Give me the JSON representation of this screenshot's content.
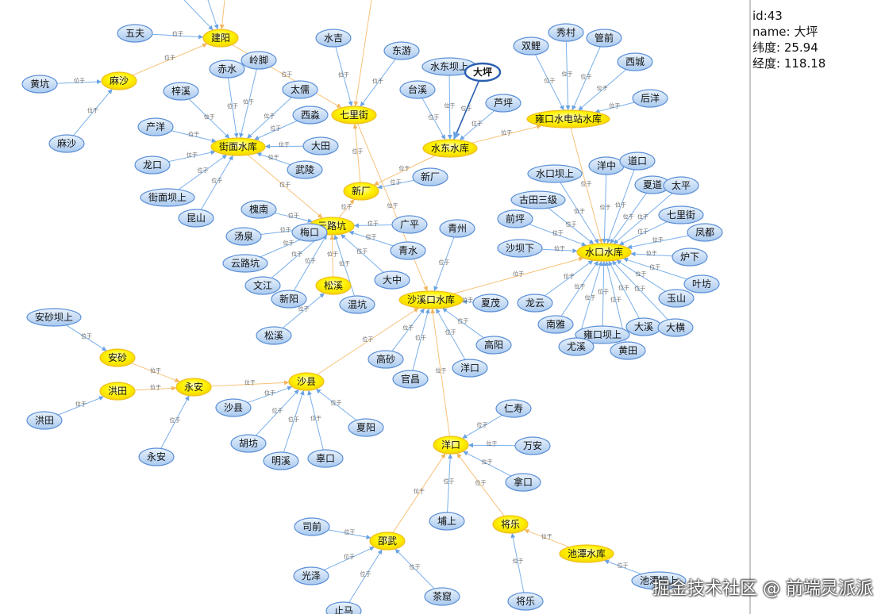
{
  "info": {
    "id": "id:43",
    "name": "name: 大坪",
    "lat": "纬度: 25.94",
    "lon": "经度: 118.18"
  },
  "watermark": "掘金技术社区 @ 前端灵派派",
  "graph": {
    "edge_label": "位于",
    "colors": {
      "reservoir_fill": "#ffee00",
      "reservoir_stroke": "#f0c020",
      "station_fill": "#c7dcf5",
      "station_stroke": "#5b8fd6",
      "selected_stroke": "#2a5fb0",
      "edge_blue": "#7ab0ea",
      "edge_orange": "#f7c27a"
    },
    "nodes": [
      {
        "id": "jianyang",
        "label": "建阳",
        "kind": "reservoir"
      },
      {
        "id": "wufu",
        "label": "五夫",
        "kind": "station"
      },
      {
        "id": "masha",
        "label": "麻沙",
        "kind": "reservoir"
      },
      {
        "id": "huangkeng",
        "label": "黄坑",
        "kind": "station"
      },
      {
        "id": "masha2",
        "label": "麻沙",
        "kind": "station"
      },
      {
        "id": "jiemian",
        "label": "街面水库",
        "kind": "reservoir"
      },
      {
        "id": "chishui",
        "label": "赤水",
        "kind": "station"
      },
      {
        "id": "lingjiao",
        "label": "岭脚",
        "kind": "station"
      },
      {
        "id": "zixi",
        "label": "梓溪",
        "kind": "station"
      },
      {
        "id": "taiconfu",
        "label": "太儒",
        "kind": "station"
      },
      {
        "id": "xiyan",
        "label": "西淼",
        "kind": "station"
      },
      {
        "id": "chanyang",
        "label": "产洋",
        "kind": "station"
      },
      {
        "id": "datian",
        "label": "大田",
        "kind": "station"
      },
      {
        "id": "longkou",
        "label": "龙口",
        "kind": "station"
      },
      {
        "id": "wuling",
        "label": "武陵",
        "kind": "station"
      },
      {
        "id": "jiemianba",
        "label": "街面坝上",
        "kind": "station"
      },
      {
        "id": "kunshan",
        "label": "昆山",
        "kind": "station"
      },
      {
        "id": "qilijie",
        "label": "七里街",
        "kind": "reservoir"
      },
      {
        "id": "shuiji",
        "label": "水吉",
        "kind": "station"
      },
      {
        "id": "dongyou",
        "label": "东游",
        "kind": "station"
      },
      {
        "id": "xinchang",
        "label": "新厂",
        "kind": "reservoir"
      },
      {
        "id": "xinchang2",
        "label": "新厂",
        "kind": "station"
      },
      {
        "id": "shuidong",
        "label": "水东水库",
        "kind": "reservoir"
      },
      {
        "id": "shuidongba",
        "label": "水东坝上",
        "kind": "station"
      },
      {
        "id": "daping",
        "label": "大坪",
        "kind": "selected"
      },
      {
        "id": "taixi",
        "label": "台溪",
        "kind": "station"
      },
      {
        "id": "luping",
        "label": "芦坪",
        "kind": "station"
      },
      {
        "id": "yongkou",
        "label": "雍口水电站水库",
        "kind": "reservoir"
      },
      {
        "id": "shuangli",
        "label": "双鲤",
        "kind": "station"
      },
      {
        "id": "xiucun",
        "label": "秀村",
        "kind": "station"
      },
      {
        "id": "guanqian",
        "label": "管前",
        "kind": "station"
      },
      {
        "id": "xicheng",
        "label": "西城",
        "kind": "station"
      },
      {
        "id": "houyang",
        "label": "后洋",
        "kind": "station"
      },
      {
        "id": "yunlu",
        "label": "云路坑",
        "kind": "reservoir"
      },
      {
        "id": "huainan",
        "label": "槐南",
        "kind": "station"
      },
      {
        "id": "tangquan",
        "label": "汤泉",
        "kind": "station"
      },
      {
        "id": "meikou",
        "label": "梅口",
        "kind": "station"
      },
      {
        "id": "yunluk2",
        "label": "云路坑",
        "kind": "station"
      },
      {
        "id": "wenjiang",
        "label": "文江",
        "kind": "station"
      },
      {
        "id": "xinyang",
        "label": "新阳",
        "kind": "station"
      },
      {
        "id": "wenkeng",
        "label": "温坑",
        "kind": "station"
      },
      {
        "id": "guangping",
        "label": "广平",
        "kind": "station"
      },
      {
        "id": "qingshui",
        "label": "青水",
        "kind": "station"
      },
      {
        "id": "dazhong",
        "label": "大中",
        "kind": "station"
      },
      {
        "id": "songxi",
        "label": "松溪",
        "kind": "reservoir"
      },
      {
        "id": "songxi2",
        "label": "松溪",
        "kind": "station"
      },
      {
        "id": "qingzhou",
        "label": "青州",
        "kind": "station"
      },
      {
        "id": "shaxikou",
        "label": "沙溪口水库",
        "kind": "reservoir"
      },
      {
        "id": "xiamao",
        "label": "夏茂",
        "kind": "station"
      },
      {
        "id": "gaosha",
        "label": "高砂",
        "kind": "station"
      },
      {
        "id": "guanzhuang",
        "label": "官昌",
        "kind": "station"
      },
      {
        "id": "yangkou2",
        "label": "洋口",
        "kind": "station"
      },
      {
        "id": "gaoyang",
        "label": "高阳",
        "kind": "station"
      },
      {
        "id": "shuikou",
        "label": "水口水库",
        "kind": "reservoir"
      },
      {
        "id": "shuikouba",
        "label": "水口坝上",
        "kind": "station"
      },
      {
        "id": "yangzhong",
        "label": "洋中",
        "kind": "station"
      },
      {
        "id": "daokou",
        "label": "道口",
        "kind": "station"
      },
      {
        "id": "xiadao",
        "label": "夏道",
        "kind": "station"
      },
      {
        "id": "taiping",
        "label": "太平",
        "kind": "station"
      },
      {
        "id": "gutian3",
        "label": "古田三级",
        "kind": "station"
      },
      {
        "id": "qianping",
        "label": "前坪",
        "kind": "station"
      },
      {
        "id": "qilijie2",
        "label": "七里街",
        "kind": "station"
      },
      {
        "id": "fengdu",
        "label": "凤都",
        "kind": "station"
      },
      {
        "id": "shabaxia",
        "label": "沙坝下",
        "kind": "station"
      },
      {
        "id": "luxia",
        "label": "炉下",
        "kind": "station"
      },
      {
        "id": "yefang",
        "label": "叶坊",
        "kind": "station"
      },
      {
        "id": "longyun",
        "label": "龙云",
        "kind": "station"
      },
      {
        "id": "yushan",
        "label": "玉山",
        "kind": "station"
      },
      {
        "id": "nanya",
        "label": "南雅",
        "kind": "station"
      },
      {
        "id": "daxi",
        "label": "大溪",
        "kind": "station"
      },
      {
        "id": "daheng",
        "label": "大横",
        "kind": "station"
      },
      {
        "id": "yongkouba",
        "label": "雍口坝上",
        "kind": "station"
      },
      {
        "id": "youxi",
        "label": "尤溪",
        "kind": "station"
      },
      {
        "id": "huangtian",
        "label": "黄田",
        "kind": "station"
      },
      {
        "id": "anshaba",
        "label": "安砂坝上",
        "kind": "station"
      },
      {
        "id": "ansha",
        "label": "安砂",
        "kind": "reservoir"
      },
      {
        "id": "hongtian",
        "label": "洪田",
        "kind": "reservoir"
      },
      {
        "id": "hongtian2",
        "label": "洪田",
        "kind": "station"
      },
      {
        "id": "yongan",
        "label": "永安",
        "kind": "reservoir"
      },
      {
        "id": "yongan2",
        "label": "永安",
        "kind": "station"
      },
      {
        "id": "shaxian",
        "label": "沙县",
        "kind": "reservoir"
      },
      {
        "id": "shaxian2",
        "label": "沙县",
        "kind": "station"
      },
      {
        "id": "hufang",
        "label": "胡坊",
        "kind": "station"
      },
      {
        "id": "mingxi",
        "label": "明溪",
        "kind": "station"
      },
      {
        "id": "zhangkou",
        "label": "辜口",
        "kind": "station"
      },
      {
        "id": "xiayang",
        "label": "夏阳",
        "kind": "station"
      },
      {
        "id": "yangkou",
        "label": "洋口",
        "kind": "reservoir"
      },
      {
        "id": "renshou",
        "label": "仁寿",
        "kind": "station"
      },
      {
        "id": "wanan",
        "label": "万安",
        "kind": "station"
      },
      {
        "id": "nakou",
        "label": "拿口",
        "kind": "station"
      },
      {
        "id": "pushang",
        "label": "埔上",
        "kind": "station"
      },
      {
        "id": "jiangle",
        "label": "将乐",
        "kind": "reservoir"
      },
      {
        "id": "jiangle2",
        "label": "将乐",
        "kind": "station"
      },
      {
        "id": "chitan",
        "label": "池潭水库",
        "kind": "reservoir"
      },
      {
        "id": "chitanba",
        "label": "池潭坝上",
        "kind": "station"
      },
      {
        "id": "shaowu",
        "label": "邵武",
        "kind": "reservoir"
      },
      {
        "id": "siqian",
        "label": "司前",
        "kind": "station"
      },
      {
        "id": "guangze",
        "label": "光泽",
        "kind": "station"
      },
      {
        "id": "chayuan",
        "label": "茶窟",
        "kind": "station"
      },
      {
        "id": "zhima",
        "label": "止马",
        "kind": "station"
      }
    ],
    "edges": [
      [
        "wufu",
        "jianyang",
        "blue"
      ],
      [
        "masha",
        "jianyang",
        "orange"
      ],
      [
        "huangkeng",
        "masha",
        "blue"
      ],
      [
        "masha2",
        "masha",
        "blue"
      ],
      [
        "jianyang",
        "qilijie",
        "orange"
      ],
      [
        "chishui",
        "jiemian",
        "blue"
      ],
      [
        "lingjiao",
        "jiemian",
        "blue"
      ],
      [
        "zixi",
        "jiemian",
        "blue"
      ],
      [
        "taiconfu",
        "jiemian",
        "blue"
      ],
      [
        "xiyan",
        "jiemian",
        "blue"
      ],
      [
        "chanyang",
        "jiemian",
        "blue"
      ],
      [
        "datian",
        "jiemian",
        "blue"
      ],
      [
        "longkou",
        "jiemian",
        "blue"
      ],
      [
        "wuling",
        "jiemian",
        "blue"
      ],
      [
        "jiemianba",
        "jiemian",
        "blue"
      ],
      [
        "kunshan",
        "jiemian",
        "blue"
      ],
      [
        "jiemian",
        "yunlu",
        "orange"
      ],
      [
        "shuiji",
        "qilijie",
        "blue"
      ],
      [
        "dongyou",
        "qilijie",
        "blue"
      ],
      [
        "xinchang",
        "qilijie",
        "orange"
      ],
      [
        "xinchang2",
        "xinchang",
        "blue"
      ],
      [
        "shuidong",
        "xinchang",
        "orange"
      ],
      [
        "shuidongba",
        "shuidong",
        "blue"
      ],
      [
        "daping",
        "shuidong",
        "blue"
      ],
      [
        "taixi",
        "shuidong",
        "blue"
      ],
      [
        "luping",
        "shuidong",
        "blue"
      ],
      [
        "shuidong",
        "yongkou",
        "orange"
      ],
      [
        "shuangli",
        "yongkou",
        "blue"
      ],
      [
        "xiucun",
        "yongkou",
        "blue"
      ],
      [
        "guanqian",
        "yongkou",
        "blue"
      ],
      [
        "xicheng",
        "yongkou",
        "blue"
      ],
      [
        "houyang",
        "yongkou",
        "blue"
      ],
      [
        "yongkou",
        "shuikou",
        "orange"
      ],
      [
        "huainan",
        "yunlu",
        "blue"
      ],
      [
        "tangquan",
        "yunlu",
        "blue"
      ],
      [
        "meikou",
        "yunlu",
        "blue"
      ],
      [
        "yunluk2",
        "yunlu",
        "blue"
      ],
      [
        "wenjiang",
        "yunlu",
        "blue"
      ],
      [
        "xinyang",
        "yunlu",
        "blue"
      ],
      [
        "wenkeng",
        "yunlu",
        "blue"
      ],
      [
        "guangping",
        "yunlu",
        "blue"
      ],
      [
        "qingshui",
        "yunlu",
        "blue"
      ],
      [
        "dazhong",
        "yunlu",
        "blue"
      ],
      [
        "songxi",
        "yunlu",
        "orange"
      ],
      [
        "songxi2",
        "songxi",
        "blue"
      ],
      [
        "yunlu",
        "xinchang",
        "orange"
      ],
      [
        "qilijie",
        "shaxikou",
        "orange"
      ],
      [
        "qingzhou",
        "shaxikou",
        "blue"
      ],
      [
        "xiamao",
        "shaxikou",
        "blue"
      ],
      [
        "gaosha",
        "shaxikou",
        "blue"
      ],
      [
        "guanzhuang",
        "shaxikou",
        "blue"
      ],
      [
        "yangkou2",
        "shaxikou",
        "blue"
      ],
      [
        "gaoyang",
        "shaxikou",
        "blue"
      ],
      [
        "shaxikou",
        "shuikou",
        "orange"
      ],
      [
        "shuikouba",
        "shuikou",
        "blue"
      ],
      [
        "yangzhong",
        "shuikou",
        "blue"
      ],
      [
        "daokou",
        "shuikou",
        "blue"
      ],
      [
        "xiadao",
        "shuikou",
        "blue"
      ],
      [
        "taiping",
        "shuikou",
        "blue"
      ],
      [
        "gutian3",
        "shuikou",
        "blue"
      ],
      [
        "qianping",
        "shuikou",
        "blue"
      ],
      [
        "qilijie2",
        "shuikou",
        "blue"
      ],
      [
        "fengdu",
        "shuikou",
        "blue"
      ],
      [
        "shabaxia",
        "shuikou",
        "blue"
      ],
      [
        "luxia",
        "shuikou",
        "blue"
      ],
      [
        "yefang",
        "shuikou",
        "blue"
      ],
      [
        "longyun",
        "shuikou",
        "blue"
      ],
      [
        "yushan",
        "shuikou",
        "blue"
      ],
      [
        "nanya",
        "shuikou",
        "blue"
      ],
      [
        "daxi",
        "shuikou",
        "blue"
      ],
      [
        "daheng",
        "shuikou",
        "blue"
      ],
      [
        "yongkouba",
        "shuikou",
        "blue"
      ],
      [
        "youxi",
        "shuikou",
        "blue"
      ],
      [
        "huangtian",
        "shuikou",
        "blue"
      ],
      [
        "anshaba",
        "ansha",
        "blue"
      ],
      [
        "ansha",
        "yongan",
        "orange"
      ],
      [
        "hongtian",
        "yongan",
        "orange"
      ],
      [
        "hongtian2",
        "hongtian",
        "blue"
      ],
      [
        "yongan2",
        "yongan",
        "blue"
      ],
      [
        "yongan",
        "shaxian",
        "orange"
      ],
      [
        "shaxian2",
        "shaxian",
        "blue"
      ],
      [
        "hufang",
        "shaxian",
        "blue"
      ],
      [
        "mingxi",
        "shaxian",
        "blue"
      ],
      [
        "zhangkou",
        "shaxian",
        "blue"
      ],
      [
        "xiayang",
        "shaxian",
        "blue"
      ],
      [
        "shaxian",
        "shaxikou",
        "orange"
      ],
      [
        "renshou",
        "yangkou",
        "blue"
      ],
      [
        "wanan",
        "yangkou",
        "blue"
      ],
      [
        "nakou",
        "yangkou",
        "blue"
      ],
      [
        "pushang",
        "yangkou",
        "blue"
      ],
      [
        "jiangle",
        "yangkou",
        "orange"
      ],
      [
        "jiangle2",
        "jiangle",
        "blue"
      ],
      [
        "chitan",
        "jiangle",
        "orange"
      ],
      [
        "chitanba",
        "chitan",
        "blue"
      ],
      [
        "shaowu",
        "yangkou",
        "orange"
      ],
      [
        "yangkou",
        "shaxikou",
        "orange"
      ],
      [
        "siqian",
        "shaowu",
        "blue"
      ],
      [
        "guangze",
        "shaowu",
        "blue"
      ],
      [
        "chayuan",
        "shaowu",
        "blue"
      ],
      [
        "zhima",
        "shaowu",
        "blue"
      ]
    ]
  }
}
